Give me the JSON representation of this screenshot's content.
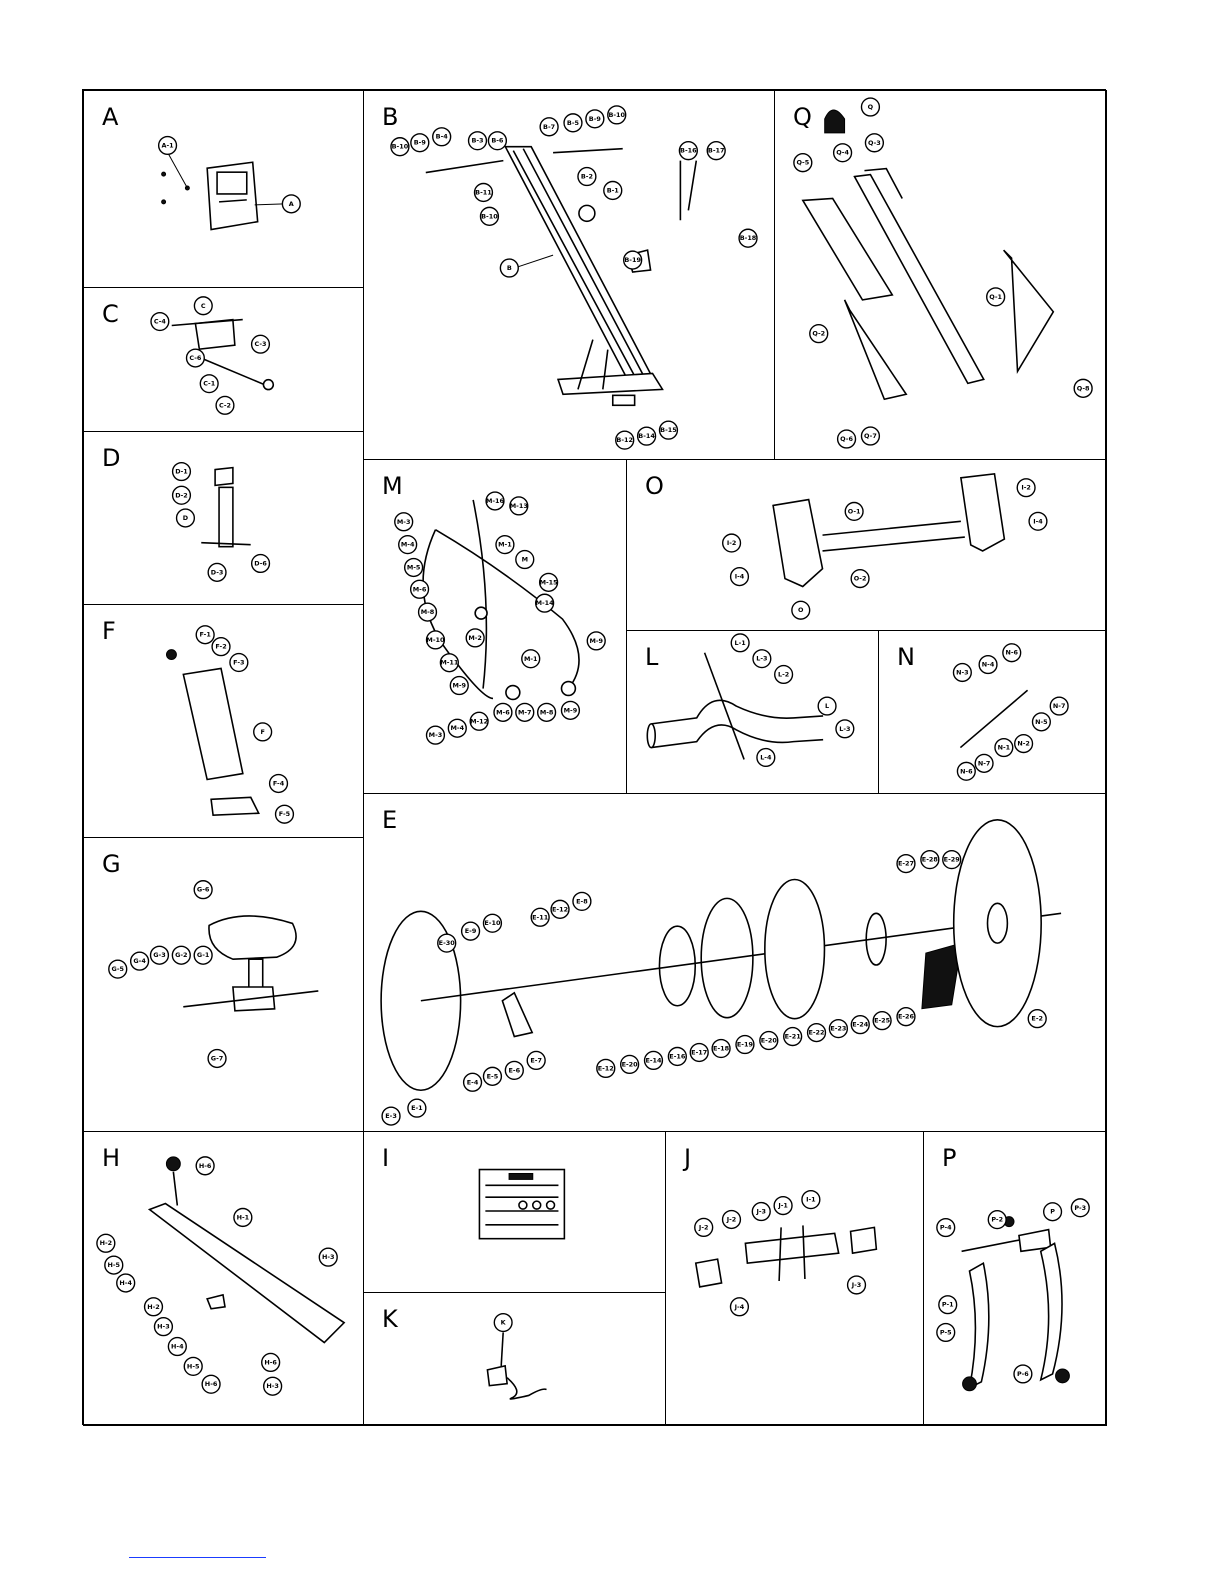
{
  "panels": [
    {
      "id": "A",
      "letter": "A",
      "callouts": [
        "A-1",
        "A"
      ]
    },
    {
      "id": "B",
      "letter": "B",
      "callouts": [
        "B-10",
        "B-9",
        "B-4",
        "B-3",
        "B-6",
        "B-7",
        "B-5",
        "B-9",
        "B-10",
        "B-11",
        "B-10",
        "B-2",
        "B-1",
        "B-16",
        "B-17",
        "B-18",
        "B-19",
        "B",
        "B-12",
        "B-14",
        "B-15"
      ]
    },
    {
      "id": "Q",
      "letter": "Q",
      "callouts": [
        "Q",
        "Q-5",
        "Q-4",
        "Q-3",
        "Q-1",
        "Q-2",
        "Q-6",
        "Q-7",
        "Q-8"
      ]
    },
    {
      "id": "C",
      "letter": "C",
      "callouts": [
        "C",
        "C-4",
        "C-6",
        "C-3",
        "C-1",
        "C-2"
      ]
    },
    {
      "id": "D",
      "letter": "D",
      "callouts": [
        "D-1",
        "D-2",
        "D",
        "D-3",
        "D-6"
      ]
    },
    {
      "id": "F",
      "letter": "F",
      "callouts": [
        "F-1",
        "F-2",
        "F-3",
        "F",
        "F-4",
        "F-5"
      ]
    },
    {
      "id": "G",
      "letter": "G",
      "callouts": [
        "G-6",
        "G-5",
        "G-4",
        "G-3",
        "G-2",
        "G-1",
        "G-7"
      ]
    },
    {
      "id": "M",
      "letter": "M",
      "callouts": [
        "M-3",
        "M-4",
        "M-5",
        "M-6",
        "M-8",
        "M-10",
        "M-11",
        "M-9",
        "M-3",
        "M-4",
        "M-12",
        "M-16",
        "M-13",
        "M-1",
        "M",
        "M-15",
        "M-14",
        "M-1",
        "M-2",
        "M-9",
        "M-6",
        "M-7",
        "M-8",
        "M-9"
      ]
    },
    {
      "id": "O",
      "letter": "O",
      "callouts": [
        "O-1",
        "O-2",
        "I-2",
        "I-4",
        "I-2",
        "I-4",
        "O"
      ]
    },
    {
      "id": "L",
      "letter": "L",
      "callouts": [
        "L-1",
        "L-3",
        "L-2",
        "L",
        "L-3",
        "L-4"
      ]
    },
    {
      "id": "N",
      "letter": "N",
      "callouts": [
        "N-3",
        "N-4",
        "N-6",
        "N-7",
        "N-5",
        "N-2",
        "N-1",
        "N-6",
        "N-7"
      ]
    },
    {
      "id": "E",
      "letter": "E",
      "callouts": [
        "E-30",
        "E-9",
        "E-10",
        "E-11",
        "E-12",
        "E-8",
        "E-3",
        "E-1",
        "E-4",
        "E-5",
        "E-6",
        "E-7",
        "E-12",
        "E-20",
        "E-14",
        "E-16",
        "E-17",
        "E-18",
        "E-19",
        "E-20",
        "E-21",
        "E-22",
        "E-23",
        "E-24",
        "E-25",
        "E-26",
        "E-27",
        "E-28",
        "E-29",
        "E-2"
      ]
    },
    {
      "id": "H",
      "letter": "H",
      "callouts": [
        "H-6",
        "H-1",
        "H-2",
        "H-5",
        "H-4",
        "H-3",
        "H-2",
        "H-3",
        "H-4",
        "H-5",
        "H-6",
        "H-6",
        "H-3"
      ]
    },
    {
      "id": "I",
      "letter": "I",
      "callouts": []
    },
    {
      "id": "J",
      "letter": "J",
      "callouts": [
        "J-2",
        "J-2",
        "J-3",
        "J-1",
        "I-1",
        "J-4",
        "J-3"
      ]
    },
    {
      "id": "P",
      "letter": "P",
      "callouts": [
        "P-4",
        "P-2",
        "P",
        "P-3",
        "P-1",
        "P-5",
        "P-6"
      ]
    },
    {
      "id": "K",
      "letter": "K",
      "callouts": [
        "K"
      ]
    }
  ]
}
